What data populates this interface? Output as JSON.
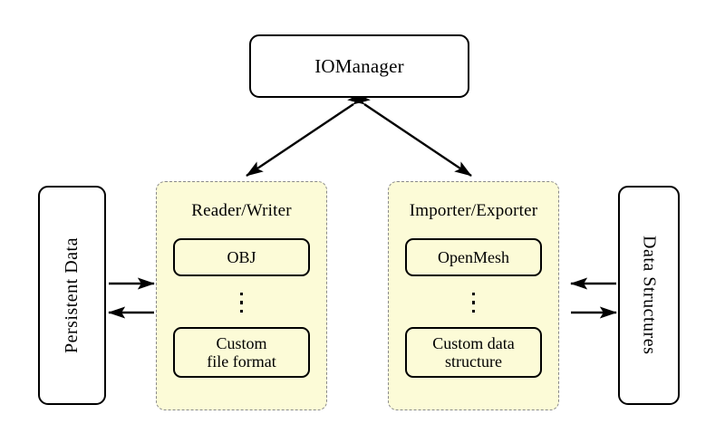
{
  "diagram": {
    "title_node": {
      "label": "IOManager",
      "shape": "rounded-rect",
      "fill": "#ffffff",
      "stroke": "#000000"
    },
    "left_node": {
      "label": "Persistent Data",
      "orientation": "vertical-up",
      "fill": "#ffffff",
      "stroke": "#000000"
    },
    "right_node": {
      "label": "Data Structures",
      "orientation": "vertical-down",
      "fill": "#ffffff",
      "stroke": "#000000"
    },
    "panels": [
      {
        "title": "Reader/Writer",
        "fill": "#FCFBD7",
        "stroke": "#8a8a8a",
        "items": [
          {
            "label": "OBJ",
            "lines": [
              "OBJ"
            ]
          },
          {
            "label": "Custom file format",
            "lines": [
              "Custom",
              "file format"
            ]
          }
        ],
        "ellipsis": "⋮"
      },
      {
        "title": "Importer/Exporter",
        "fill": "#FCFBD7",
        "stroke": "#8a8a8a",
        "items": [
          {
            "label": "OpenMesh",
            "lines": [
              "OpenMesh"
            ]
          },
          {
            "label": "Custom data structure",
            "lines": [
              "Custom data",
              "structure"
            ]
          }
        ],
        "ellipsis": "⋮"
      }
    ],
    "connections": [
      {
        "name": "iomanager-to-reader-writer",
        "from": "IOManager",
        "to": "Reader/Writer",
        "style": "double-headed-diagonal"
      },
      {
        "name": "iomanager-to-importer-exporter",
        "from": "IOManager",
        "to": "Importer/Exporter",
        "style": "double-headed-diagonal"
      },
      {
        "name": "persistent-data-to-reader-writer",
        "from": "Persistent Data",
        "to": "Reader/Writer",
        "style": "single-arrow-right"
      },
      {
        "name": "reader-writer-to-persistent-data",
        "from": "Reader/Writer",
        "to": "Persistent Data",
        "style": "single-arrow-left"
      },
      {
        "name": "data-structures-to-importer-exporter",
        "from": "Data Structures",
        "to": "Importer/Exporter",
        "style": "single-arrow-left"
      },
      {
        "name": "importer-exporter-to-data-structures",
        "from": "Importer/Exporter",
        "to": "Data Structures",
        "style": "single-arrow-right"
      }
    ]
  }
}
